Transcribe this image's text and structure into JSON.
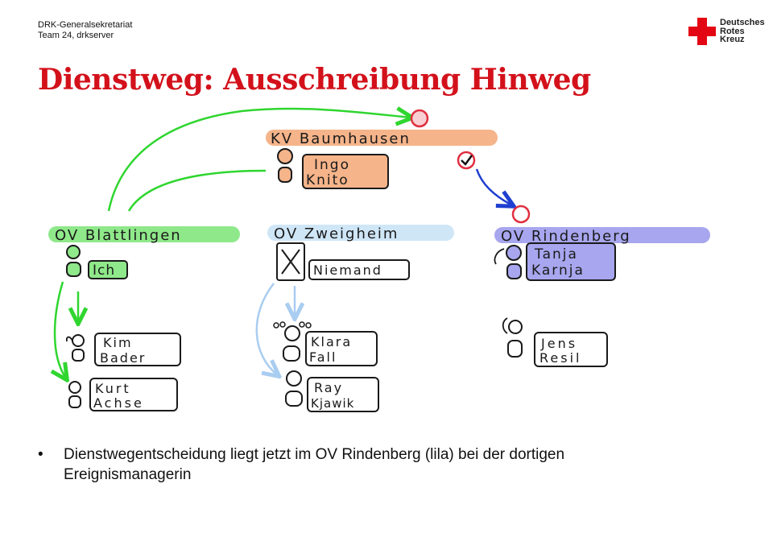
{
  "header": {
    "org_line1": "DRK-Generalsekretariat",
    "org_line2": "Team 24, drkserver",
    "logo_line1": "Deutsches",
    "logo_line2": "Rotes",
    "logo_line3": "Kreuz"
  },
  "title": "Dienstweg: Ausschreibung Hinweg",
  "diagram": {
    "kv": {
      "label": "KV Baumhausen",
      "person_line1": "Ingo",
      "person_line2": "Knito"
    },
    "ov1": {
      "label": "OV Blattlingen",
      "lead": "Ich",
      "members": [
        {
          "line1": "Kim",
          "line2": "Bader"
        },
        {
          "line1": "Kurt",
          "line2": "Achse"
        }
      ]
    },
    "ov2": {
      "label": "OV Zweigheim",
      "lead": "Niemand",
      "members": [
        {
          "line1": "Klara",
          "line2": "Fall"
        },
        {
          "line1": "Ray",
          "line2": "Kjawik"
        }
      ]
    },
    "ov3": {
      "label": "OV Rindenberg",
      "lead_line1": "Tanja",
      "lead_line2": "Karnja",
      "members": [
        {
          "line1": "Jens",
          "line2": "Resil"
        }
      ]
    },
    "colors": {
      "kv": "#f5b48a",
      "ov1": "#8fe88a",
      "ov2": "#cfe6f7",
      "ov3": "#a7a6ee",
      "green_arrow": "#2fd62f",
      "blue_arrow": "#1f3fd0",
      "light_blue_arrow": "#a9cdf0",
      "marker": "#e03040"
    }
  },
  "bullets": [
    {
      "text": "Dienstwegentscheidung liegt jetzt im OV Rindenberg (lila) bei der dortigen Ereignismanagerin"
    }
  ]
}
